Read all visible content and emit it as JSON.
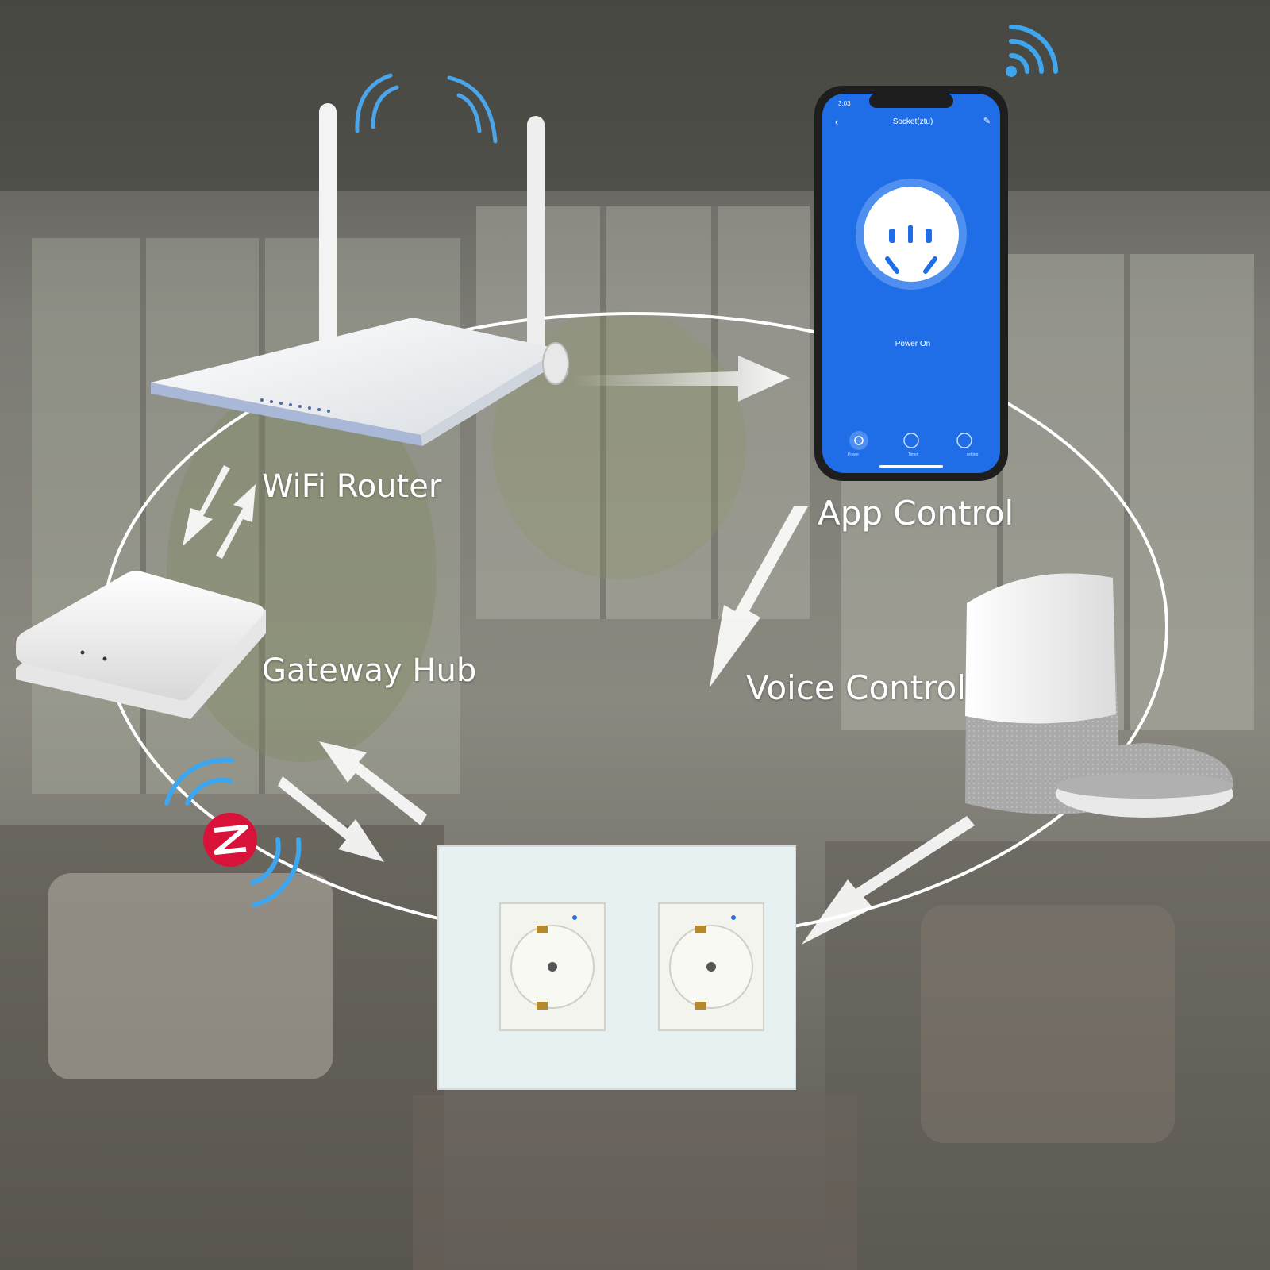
{
  "labels": {
    "router": "WiFi Router",
    "app": "App Control",
    "voice": "Voice Control",
    "hub": "Gateway Hub"
  },
  "phone": {
    "time": "3:03",
    "title": "Socket(ztu)",
    "status": "Power On",
    "tabs": [
      "Power",
      "Timer",
      "setting"
    ]
  },
  "colors": {
    "accent_blue": "#2f8ff0",
    "app_blue": "#1f6ee8",
    "zigbee_red": "#d9123a",
    "arrow_white": "#ffffff"
  }
}
